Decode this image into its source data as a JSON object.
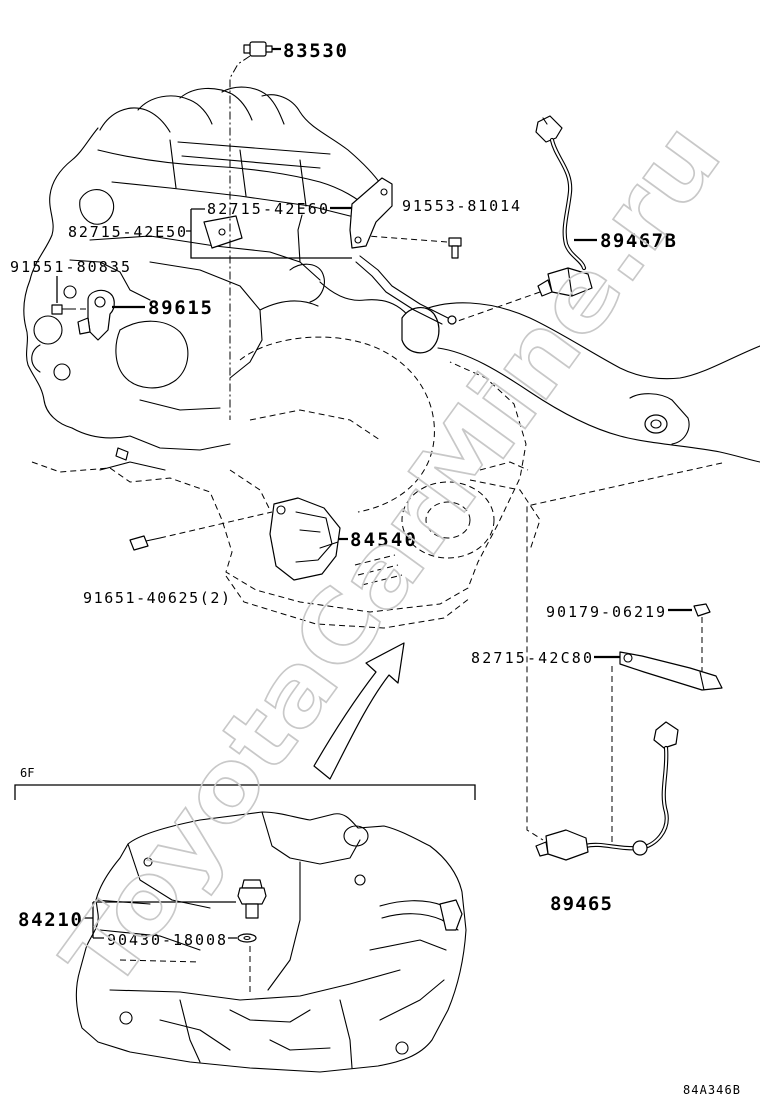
{
  "figure": {
    "code": "84A346B",
    "variant": "6F",
    "watermark": "ToyotaCarMine.ru"
  },
  "callouts": [
    "83530",
    "82715-42E60",
    "91553-81014",
    "82715-42E50",
    "89467B",
    "91551-80835",
    "89615",
    "84540",
    "91651-40625(2)",
    "90179-06219",
    "82715-42C80",
    "84210",
    "90430-18008",
    "89465"
  ],
  "colors": {
    "line": "#000000",
    "background": "#ffffff",
    "watermark": "#c8c8c8"
  }
}
